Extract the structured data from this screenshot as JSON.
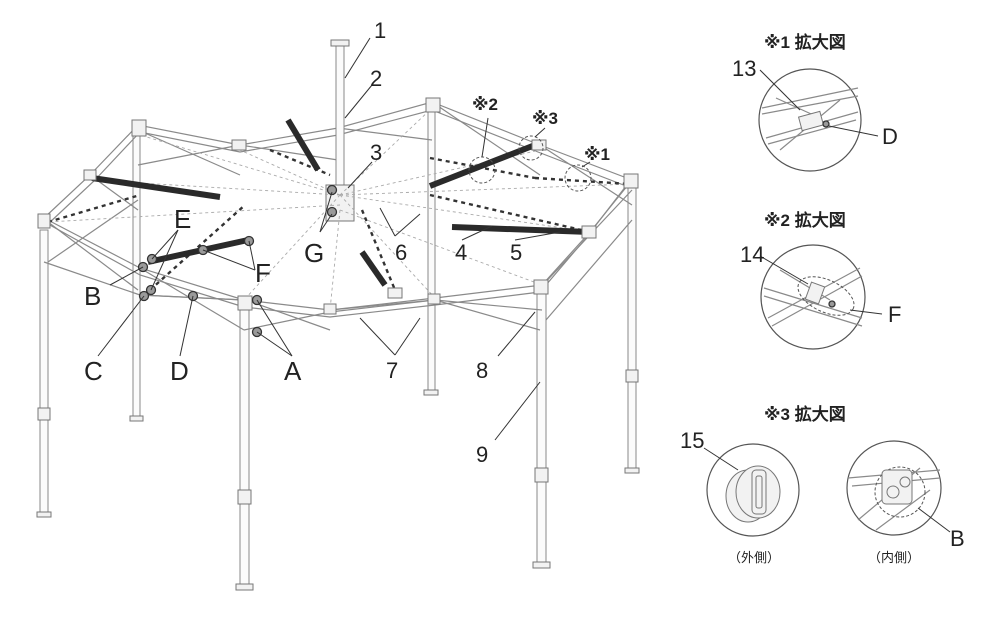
{
  "main_labels": {
    "n1": "1",
    "n2": "2",
    "n3": "3",
    "n4": "4",
    "n5": "5",
    "n6": "6",
    "n7": "7",
    "n8": "8",
    "n9": "9",
    "A": "A",
    "B": "B",
    "C": "C",
    "D": "D",
    "E": "E",
    "F": "F",
    "G": "G"
  },
  "callouts": {
    "c1": "※1",
    "c2": "※2",
    "c3": "※3"
  },
  "detail1": {
    "title": "※1 拡大図",
    "part": "13",
    "letter": "D"
  },
  "detail2": {
    "title": "※2 拡大図",
    "part": "14",
    "letter": "F"
  },
  "detail3": {
    "title": "※3 拡大図",
    "part": "15",
    "letter": "B",
    "outer_caption": "（外側）",
    "inner_caption": "（内側）"
  }
}
